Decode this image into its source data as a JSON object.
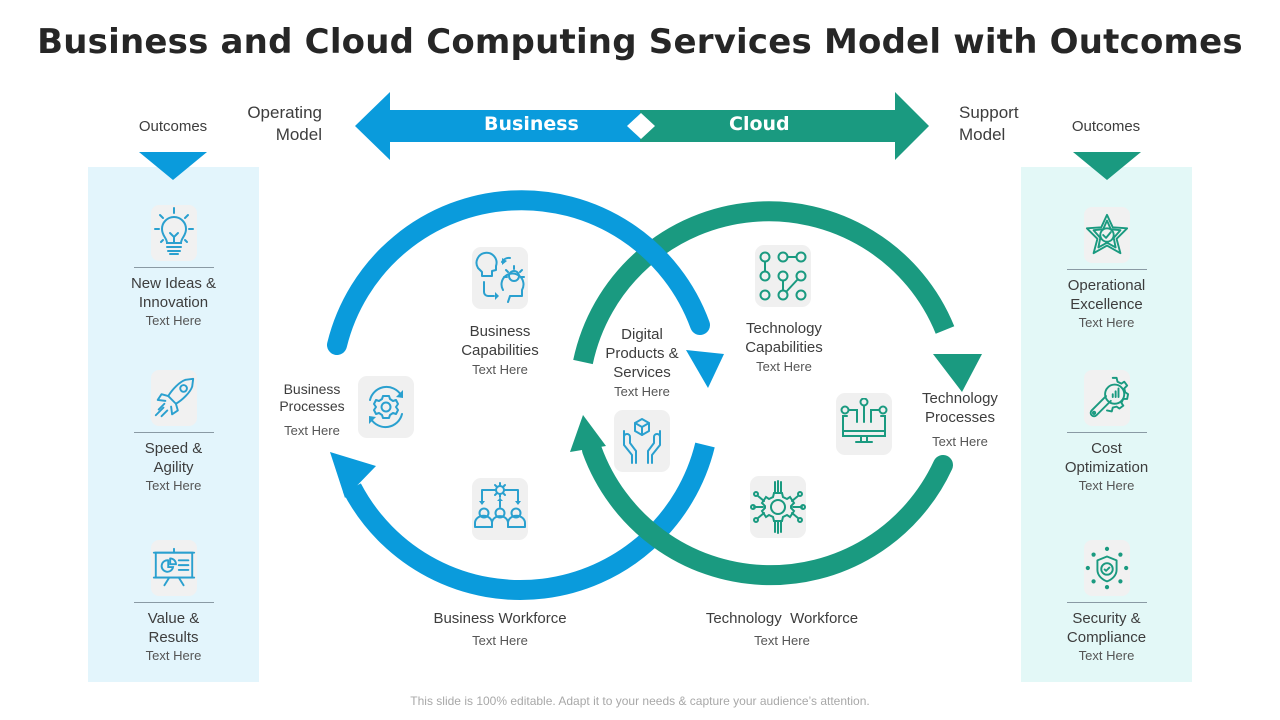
{
  "title": "Business and Cloud Computing Services Model with Outcomes",
  "colors": {
    "business": "#0a9bdc",
    "cloud": "#1a9a80",
    "left_panel": "#e3f5fc",
    "right_panel": "#e3f8f7"
  },
  "header": {
    "left_outcomes": "Outcomes",
    "operating_model": [
      "Operating",
      "Model"
    ],
    "support_model": [
      "Support",
      "Model"
    ],
    "right_outcomes": "Outcomes",
    "banner_left": "Business",
    "banner_right": "Cloud"
  },
  "left_outcomes": [
    {
      "icon": "lightbulb-icon",
      "title_lines": [
        "New Ideas &",
        "Innovation"
      ],
      "sub": "Text Here"
    },
    {
      "icon": "rocket-icon",
      "title_lines": [
        "Speed &",
        "Agility"
      ],
      "sub": "Text Here"
    },
    {
      "icon": "presentation-board-icon",
      "title_lines": [
        "Value &",
        "Results"
      ],
      "sub": "Text Here"
    }
  ],
  "right_outcomes": [
    {
      "icon": "star-badge-icon",
      "title_lines": [
        "Operational",
        "Excellence"
      ],
      "sub": "Text Here"
    },
    {
      "icon": "wrench-gear-icon",
      "title_lines": [
        "Cost",
        "Optimization"
      ],
      "sub": "Text Here"
    },
    {
      "icon": "shield-stars-icon",
      "title_lines": [
        "Security &",
        "Compliance"
      ],
      "sub": "Text Here"
    }
  ],
  "nodes": {
    "business_processes": {
      "icon": "gear-cycle-icon",
      "title_lines": [
        "Business",
        "Processes"
      ],
      "sub": "Text Here"
    },
    "business_capabilities": {
      "icon": "heads-exchange-icon",
      "title_lines": [
        "Business",
        "Capabilities"
      ],
      "sub": "Text Here"
    },
    "digital_products": {
      "icon": "hands-box-icon",
      "title_lines": [
        "Digital",
        "Products &",
        "Services"
      ],
      "sub": "Text Here"
    },
    "business_workforce": {
      "icon": "team-gear-icon",
      "title_lines": [
        "Business Workforce"
      ],
      "sub": "Text Here"
    },
    "technology_capabilities": {
      "icon": "node-grid-icon",
      "title_lines": [
        "Technology",
        "Capabilities"
      ],
      "sub": "Text Here"
    },
    "technology_processes": {
      "icon": "monitor-circuit-icon",
      "title_lines": [
        "Technology",
        "Processes"
      ],
      "sub": "Text Here"
    },
    "technology_workforce": {
      "icon": "circuit-gear-icon",
      "title_lines": [
        "Technology  Workforce"
      ],
      "sub": "Text Here"
    }
  },
  "footer": "This slide is 100% editable. Adapt it to your needs & capture your audience’s attention."
}
